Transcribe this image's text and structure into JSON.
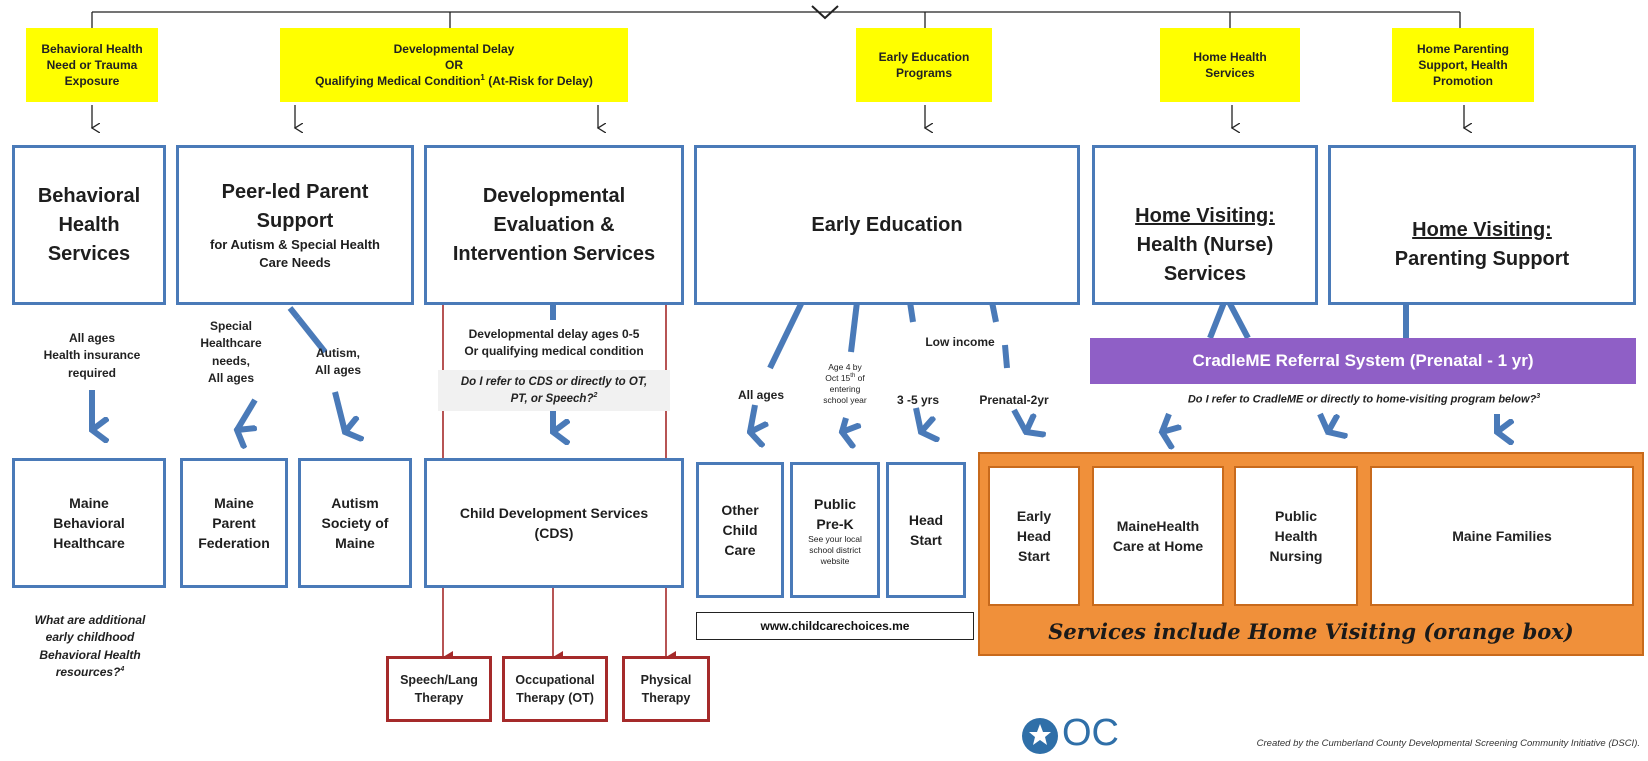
{
  "categories": {
    "behavioral": [
      "Behavioral Health",
      "Need or Trauma",
      "Exposure"
    ],
    "developmental": [
      "Developmental Delay",
      "OR",
      "Qualifying Medical Condition",
      "(At-Risk for Delay)"
    ],
    "developmental_sup": "1",
    "early_ed": [
      "Early Education",
      "Programs"
    ],
    "home_health": [
      "Home Health",
      "Services"
    ],
    "home_parenting": [
      "Home Parenting",
      "Support, Health",
      "Promotion"
    ]
  },
  "services": {
    "behavioral": [
      "Behavioral",
      "Health",
      "Services"
    ],
    "peer_title": [
      "Peer-led Parent",
      "Support"
    ],
    "peer_sub": [
      "for Autism & Special Health",
      "Care Needs"
    ],
    "developmental": [
      "Developmental",
      "Evaluation &",
      "Intervention Services"
    ],
    "early_ed": "Early Education",
    "home_visiting_label": "Home Visiting:",
    "home_nurse": "Health (Nurse) Services",
    "home_parenting": "Parenting Support"
  },
  "notes": {
    "behavioral": [
      "All ages",
      "Health insurance",
      "required"
    ],
    "special_healthcare": [
      "Special",
      "Healthcare",
      "needs,",
      "All ages"
    ],
    "autism": [
      "Autism,",
      "All ages"
    ],
    "dev_delay": [
      "Developmental delay ages 0-5",
      "Or qualifying medical condition"
    ],
    "cds_question": [
      "Do I refer to CDS or directly to OT,",
      "PT, or Speech?"
    ],
    "cds_question_sup": "2",
    "all_ages": "All ages",
    "age4": [
      "Age 4 by",
      "Oct 15",
      "of",
      "entering",
      "school year"
    ],
    "age4_sup": "th",
    "low_income": "Low income",
    "three_five": "3 -5 yrs",
    "prenatal_2yr": "Prenatal-2yr",
    "cradle_question": "Do I refer to CradleME or directly to home-visiting program below?",
    "cradle_question_sup": "3"
  },
  "cradleme": "CradleME Referral System (Prenatal - 1 yr)",
  "providers": {
    "maine_behavioral": [
      "Maine",
      "Behavioral",
      "Healthcare"
    ],
    "maine_parent": [
      "Maine",
      "Parent",
      "Federation"
    ],
    "autism_society": [
      "Autism",
      "Society of",
      "Maine"
    ],
    "cds": [
      "Child Development Services",
      "(CDS)"
    ],
    "other_child_care": [
      "Other",
      "Child",
      "Care"
    ],
    "public_prek": [
      "Public",
      "Pre-K"
    ],
    "public_prek_note": [
      "See your local",
      "school district",
      "website"
    ],
    "head_start": [
      "Head",
      "Start"
    ],
    "early_head_start": [
      "Early",
      "Head",
      "Start"
    ],
    "mainehealth": [
      "MaineHealth",
      "Care at Home"
    ],
    "public_health": [
      "Public",
      "Health",
      "Nursing"
    ],
    "maine_families": "Maine Families"
  },
  "therapies": {
    "speech": [
      "Speech/Lang",
      "Therapy"
    ],
    "ot": [
      "Occupational",
      "Therapy (OT)"
    ],
    "pt": [
      "Physical",
      "Therapy"
    ]
  },
  "website": "www.childcarechoices.me",
  "orange_caption": "Services include Home Visiting (orange box)",
  "additional_question": [
    "What are additional",
    "early childhood",
    "Behavioral Health",
    "resources?"
  ],
  "additional_question_sup": "4",
  "logo_text": "OC",
  "credit": "Created by the Cumberland County Developmental Screening Community Initiative (DSCI).",
  "colors": {
    "category_yellow": "#ffff00",
    "service_blue": "#4a7ab8",
    "arrow_blue": "#4a7ab8",
    "therapy_red": "#a52a2a",
    "cradleme_purple": "#8f5fc6",
    "orange_box": "#f0903a"
  }
}
